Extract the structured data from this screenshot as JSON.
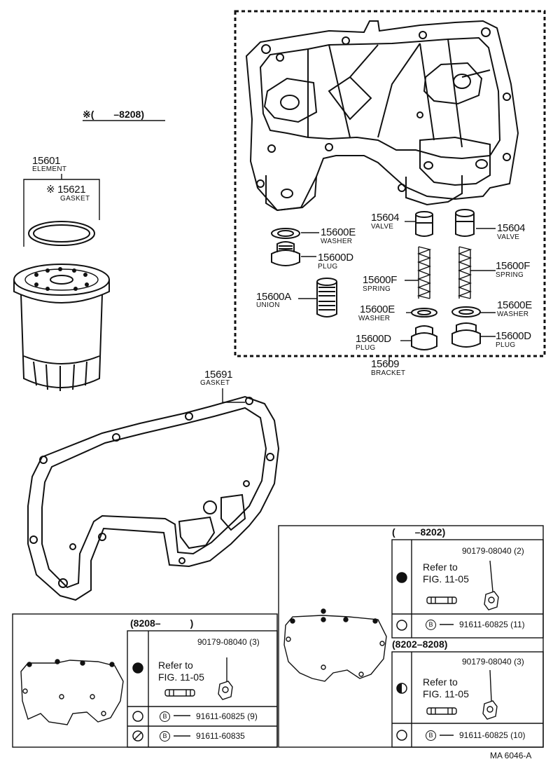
{
  "era_top": "※(　　–8208)",
  "element": {
    "num": "15601",
    "name": "ELEMENT"
  },
  "gasket_small": {
    "num": "※ 15621",
    "name": "GASKET"
  },
  "washer_left": {
    "num": "15600E",
    "name": "WASHER"
  },
  "plug_left": {
    "num": "15600D",
    "name": "PLUG"
  },
  "union": {
    "num": "15600A",
    "name": "UNION"
  },
  "valve_left": {
    "num": "15604",
    "name": "VALVE"
  },
  "valve_right": {
    "num": "15604",
    "name": "VALVE"
  },
  "spring_left": {
    "num": "15600F",
    "name": "SPRING"
  },
  "spring_right": {
    "num": "15600F",
    "name": "SPRING"
  },
  "washer_mid": {
    "num": "15600E",
    "name": "WASHER"
  },
  "washer_right": {
    "num": "15600E",
    "name": "WASHER"
  },
  "plug_mid": {
    "num": "15600D",
    "name": "PLUG"
  },
  "plug_right": {
    "num": "15600D",
    "name": "PLUG"
  },
  "bracket": {
    "num": "15609",
    "name": "BRACKET"
  },
  "gasket_large": {
    "num": "15691",
    "name": "GASKET"
  },
  "box_left": {
    "era": "(8208–　　　)",
    "nut": "90179-08040 (3)",
    "refer1": "Refer to",
    "refer2": "FIG. 11-05",
    "bolt1_sym": "B",
    "bolt1": "91611-60825 (9)",
    "bolt2_sym": "B",
    "bolt2": "91611-60835"
  },
  "box_right_top": {
    "era": "(　　–8202)",
    "nut": "90179-08040 (2)",
    "refer1": "Refer to",
    "refer2": "FIG. 11-05",
    "bolt_sym": "B",
    "bolt": "91611-60825 (11)"
  },
  "box_right_bottom": {
    "era": "(8202–8208)",
    "nut": "90179-08040 (3)",
    "refer1": "Refer to",
    "refer2": "FIG. 11-05",
    "bolt_sym": "B",
    "bolt": "91611-60825 (10)"
  },
  "figure_code": "MA  6046-A"
}
